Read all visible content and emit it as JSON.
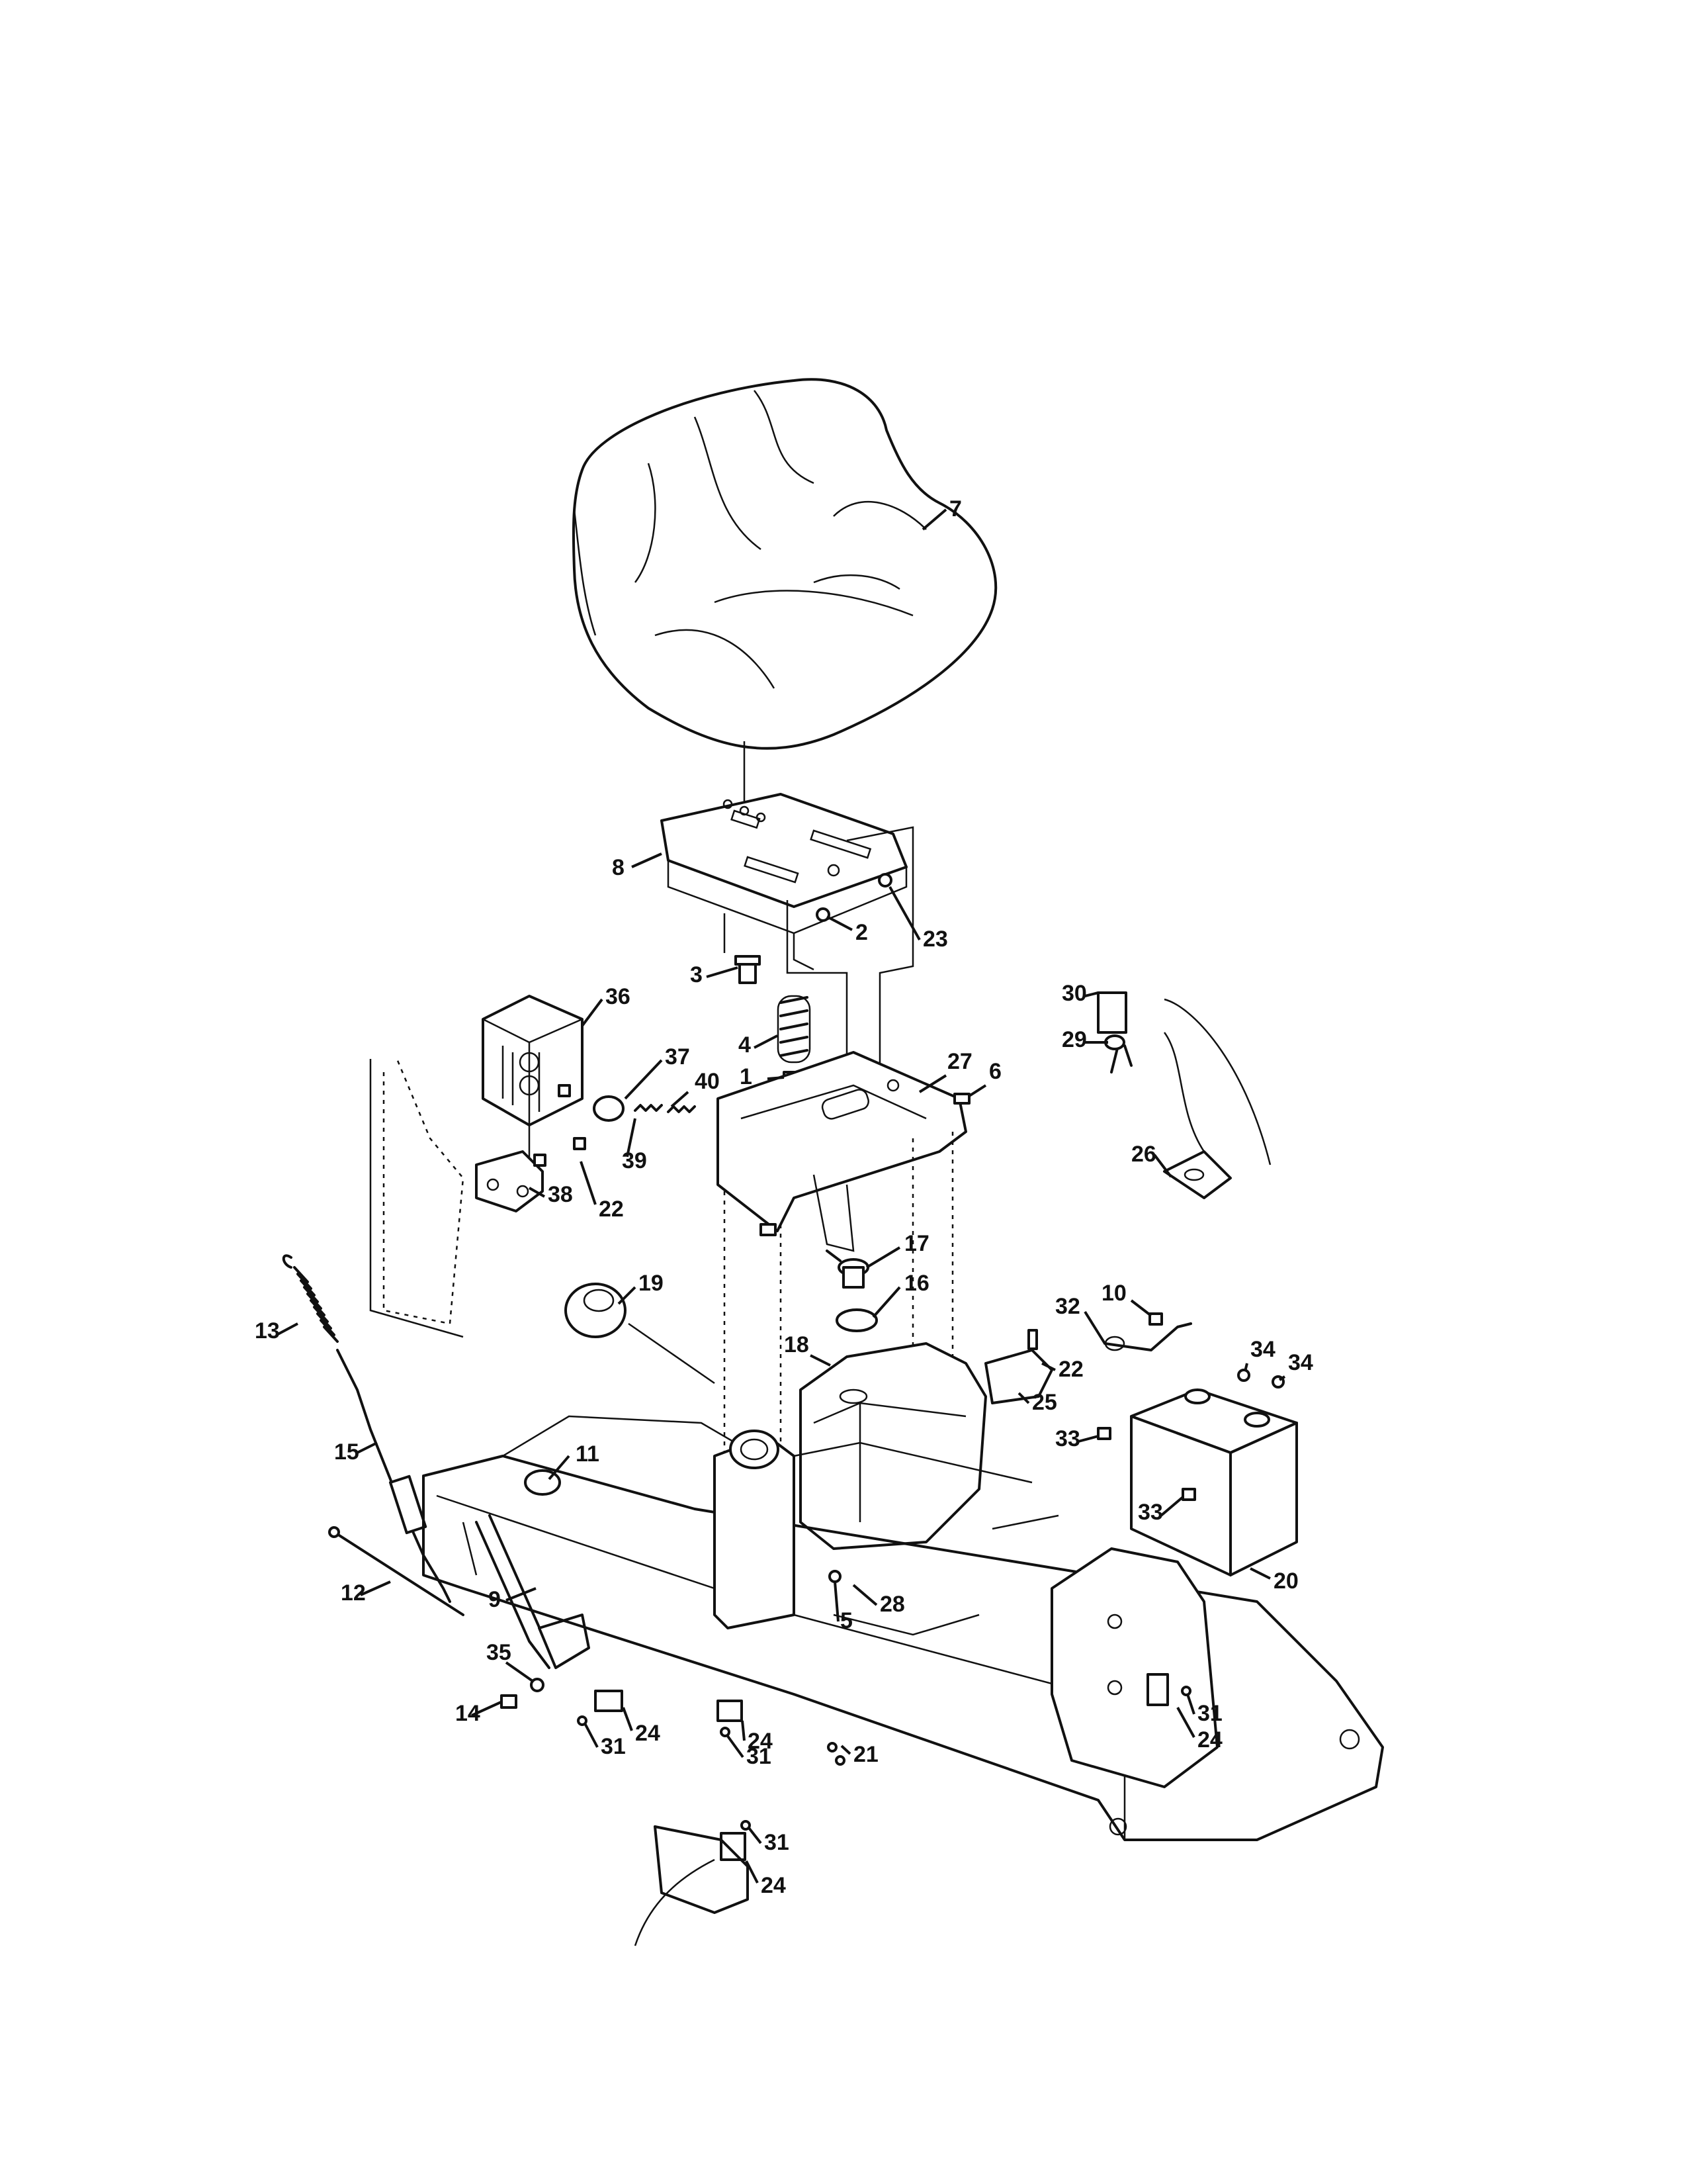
{
  "callouts": [
    "1",
    "2",
    "3",
    "4",
    "5",
    "6",
    "7",
    "8",
    "9",
    "10",
    "11",
    "12",
    "13",
    "14",
    "15",
    "16",
    "17",
    "18",
    "19",
    "20",
    "21",
    "22",
    "22",
    "23",
    "24",
    "24",
    "24",
    "24",
    "25",
    "26",
    "27",
    "28",
    "29",
    "30",
    "31",
    "31",
    "31",
    "31",
    "32",
    "33",
    "33",
    "34",
    "34",
    "35",
    "36",
    "37",
    "38",
    "39",
    "40"
  ]
}
